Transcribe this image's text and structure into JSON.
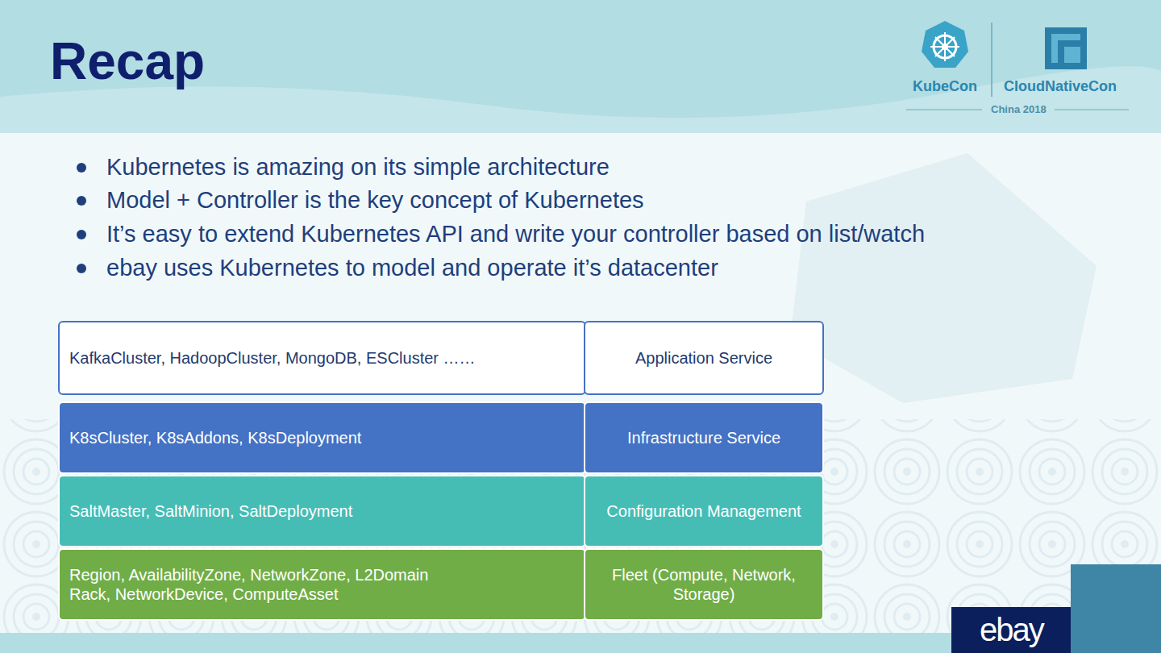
{
  "diagram": {
    "title": "Recap",
    "nodes": [
      {
        "text": [
          "KafkaCluster, HadoopCluster, MongoDB, ESCluster ……"
        ]
      },
      {
        "text": [
          "Application Service"
        ]
      },
      {
        "text": [
          "K8sCluster, K8sAddons, K8sDeployment"
        ]
      },
      {
        "text": [
          "Infrastructure Service"
        ]
      },
      {
        "text": [
          "SaltMaster, SaltMinion, SaltDeployment"
        ]
      },
      {
        "text": [
          "Configuration Management"
        ]
      },
      {
        "text": [
          "Region, AvailabilityZone, NetworkZone, L2Domain Rack, NetworkDevice, ComputeAsset"
        ]
      },
      {
        "text": [
          "Fleet (Compute, Network, Storage)"
        ]
      }
    ],
    "labels": [
      "Kubernetes is amazing on its simple architecture",
      "Model + Controller is the key concept of Kubernetes",
      "It’s easy to extend Kubernetes API and write your controller based on list/watch",
      "ebay uses Kubernetes to model and operate it’s datacenter",
      "KubeCon",
      "CloudNativeCon",
      "China 2018",
      "ebay"
    ]
  }
}
